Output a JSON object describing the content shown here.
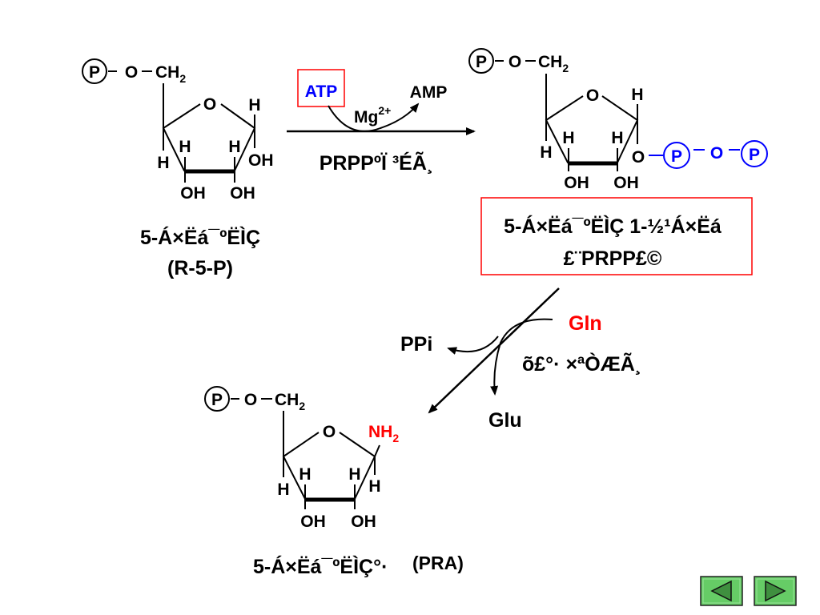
{
  "colors": {
    "ink": "#000000",
    "blue": "#0000ff",
    "red": "#ff0000",
    "box_red": "#ff0000",
    "nav_fill": "#66cc66"
  },
  "r5p": {
    "phosphate": "P",
    "o": "O",
    "ch2": "CH",
    "ch2_sub": "2",
    "ring_o": "O",
    "h_c1": "H",
    "h_c4": "H",
    "h_c3": "H",
    "h_c2": "H",
    "oh_c1": "OH",
    "oh_c3": "OH",
    "oh_c2": "OH",
    "name": "5-Á×Ëá¯ºËÌÇ",
    "abbrev": "(R-5-P)"
  },
  "reaction1": {
    "atp": "ATP",
    "amp": "AMP",
    "mg": "Mg",
    "mg_charge": "2+",
    "enzyme": "PRPPºÏ ³ÉÃ¸"
  },
  "prpp": {
    "phosphate": "P",
    "o": "O",
    "ch2": "CH",
    "ch2_sub": "2",
    "ring_o": "O",
    "h_c1": "H",
    "h_c4": "H",
    "h_c3": "H",
    "h_c2": "H",
    "o_c1": "O",
    "p1": "P",
    "bridge_o": "O",
    "p2": "P",
    "oh_c3": "OH",
    "oh_c2": "OH",
    "name_line1": "5-Á×Ëá¯ºËÌÇ 1-½¹Á×Ëá",
    "name_line2": "£¨PRPP£©"
  },
  "reaction2": {
    "gln": "Gln",
    "ppi": "PPi",
    "glu": "Glu",
    "enzyme": "õ£°· ×ªÒÆÃ¸"
  },
  "pra": {
    "phosphate": "P",
    "o": "O",
    "ch2": "CH",
    "ch2_sub": "2",
    "ring_o": "O",
    "nh2": "NH",
    "nh2_sub": "2",
    "h_c4": "H",
    "h_c3": "H",
    "h_c2": "H",
    "h_c1": "H",
    "oh_c3": "OH",
    "oh_c2": "OH",
    "name": "5-Á×Ëá¯ºËÌÇ°·",
    "abbrev": "(PRA)"
  },
  "nav": {
    "prev_icon": "triangle-left",
    "next_icon": "triangle-right"
  }
}
